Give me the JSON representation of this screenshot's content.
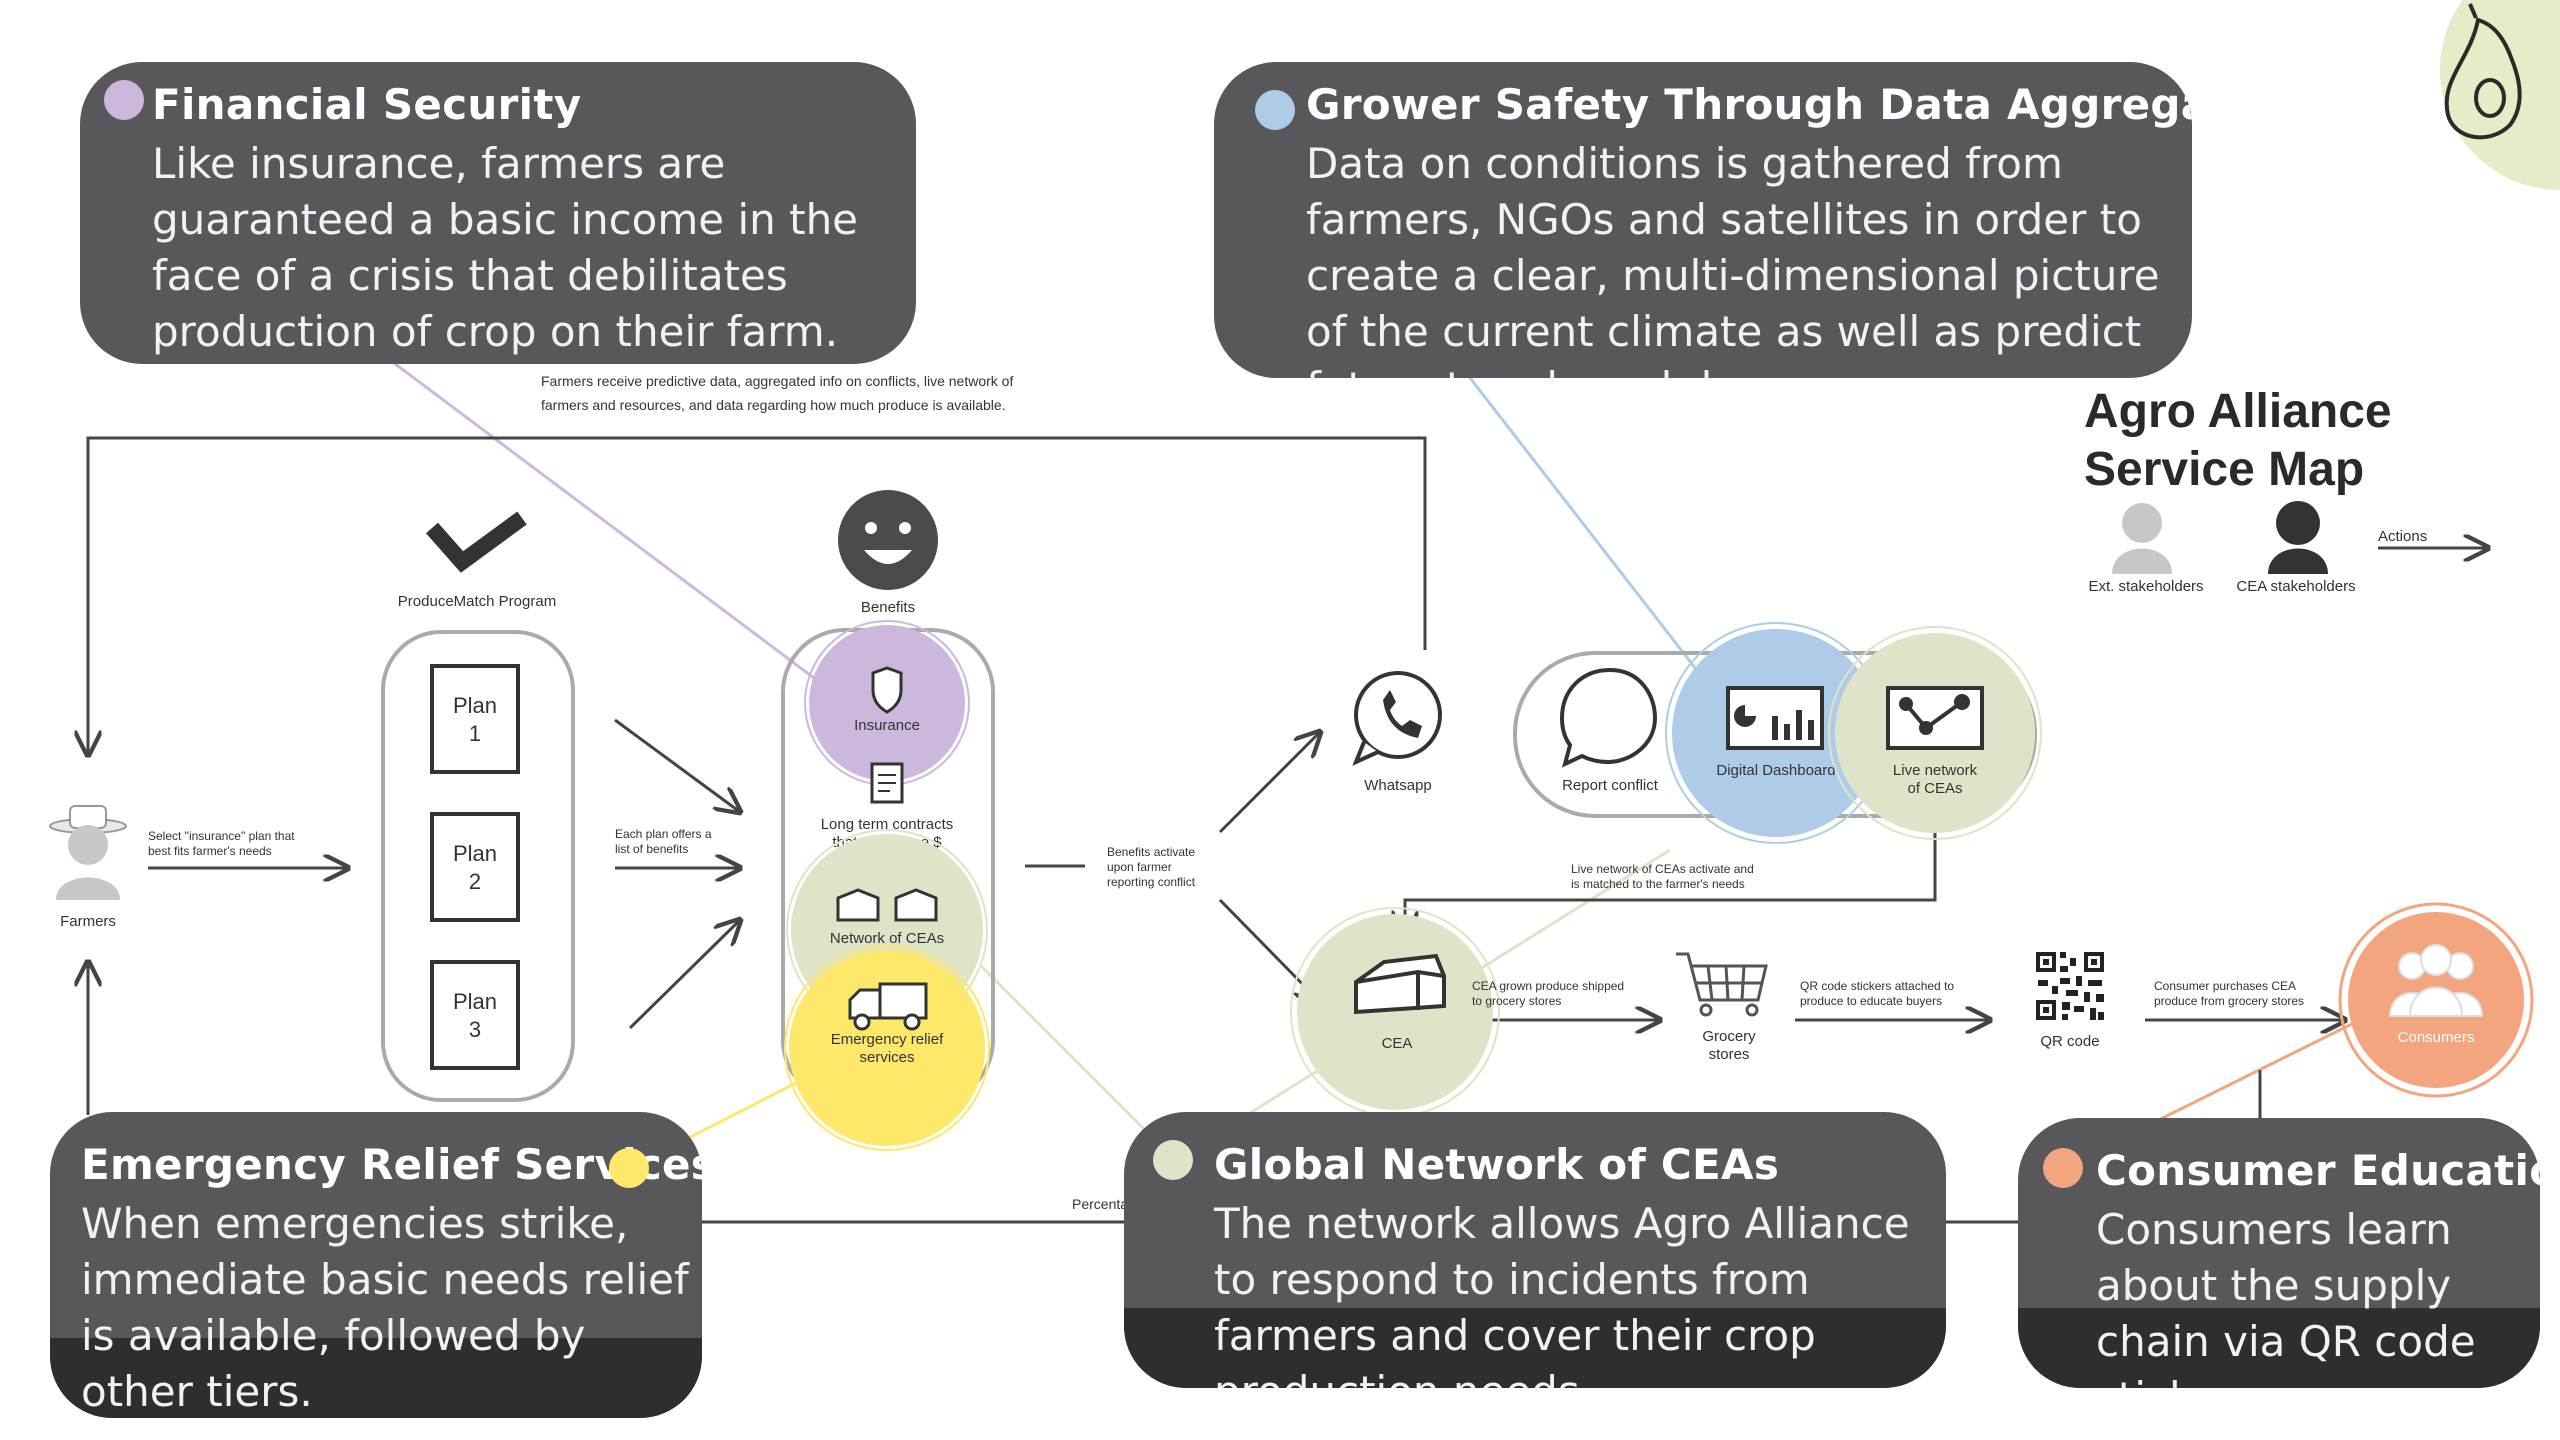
{
  "colors": {
    "callout_bg": "#58585c",
    "purple": "#cdb8dd",
    "blue": "#aecbe8",
    "green": "#dfe4c8",
    "yellow": "#fde86a",
    "orange": "#f2a57f",
    "pear": "#e4ecc8"
  },
  "map": {
    "title_line1": "Agro Alliance",
    "title_line2": "Service Map"
  },
  "legend": {
    "ext": "Ext. stakeholders",
    "cea": "CEA stakeholders",
    "actions": "Actions"
  },
  "callouts": {
    "financial": {
      "title": "Financial Security",
      "body": "Like insurance, farmers are guaranteed a basic income in the face of a crisis that debilitates production of crop on their farm."
    },
    "grower": {
      "title": "Grower Safety Through Data Aggregation",
      "body": "Data on conditions is gathered from farmers, NGOs and satellites in order to create a clear, multi-dimensional picture of the current climate as well as predict future trends and dangers."
    },
    "emergency": {
      "title": "Emergency Relief Services",
      "body": "When emergencies strike, immediate basic needs relief is available, followed by other tiers."
    },
    "global": {
      "title": "Global Network of CEAs",
      "body": "The network allows Agro Alliance to respond to incidents from farmers and cover their crop production needs."
    },
    "consumer": {
      "title": "Consumer Education",
      "body": "Consumers learn about the supply chain via QR code stickers."
    }
  },
  "nodes": {
    "farmers": "Farmers",
    "produce_match": "ProduceMatch Program",
    "plans": [
      {
        "line1": "Plan",
        "line2": "1"
      },
      {
        "line1": "Plan",
        "line2": "2"
      },
      {
        "line1": "Plan",
        "line2": "3"
      }
    ],
    "benefits": "Benefits",
    "insurance": "Insurance",
    "contracts_line1": "Long term contracts",
    "contracts_line2": "that guarantee $",
    "network": "Network of CEAs",
    "relief_line1": "Emergency relief",
    "relief_line2": "services",
    "whatsapp": "Whatsapp",
    "report": "Report conflict",
    "dashboard": "Digital Dashboard",
    "live_line1": "Live network",
    "live_line2": "of CEAs",
    "cea": "CEA",
    "grocery_line1": "Grocery",
    "grocery_line2": "stores",
    "qr": "QR code",
    "consumers": "Consumers"
  },
  "annotations": {
    "top_line1": "Farmers receive predictive data,  aggregated info on conflicts, live network of",
    "top_line2": "farmers and resources, and data regarding how much produce is available.",
    "select_line1": "Select \"insurance\" plan that",
    "select_line2": "best fits farmer's needs",
    "each_line1": "Each plan offers a",
    "each_line2": "list of benefits",
    "activate_line1": "Benefits activate",
    "activate_line2": "upon farmer",
    "activate_line3": "reporting conflict",
    "live_activate_line1": "Live network of CEAs activate and",
    "live_activate_line2": "is matched to the farmer's needs",
    "shipped_line1": "CEA grown produce shipped",
    "shipped_line2": "to grocery stores",
    "qr_line1": "QR code stickers attached to",
    "qr_line2": "produce to educate buyers",
    "purchase_line1": "Consumer purchases CEA",
    "purchase_line2": "produce from grocery stores",
    "percentage": "Percentage of purchases will go to the farmers"
  }
}
